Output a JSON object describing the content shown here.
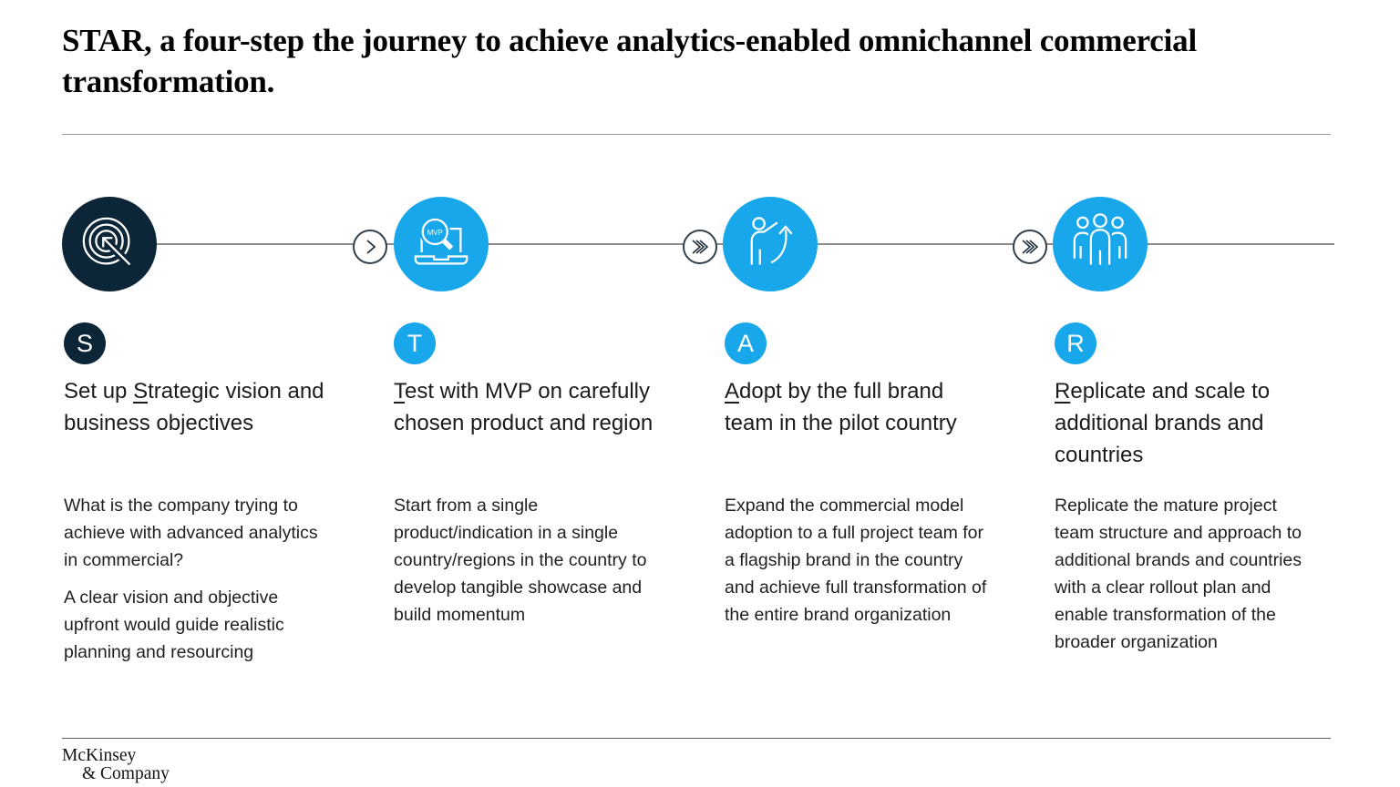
{
  "title": "STAR, a four-step the journey to achieve analytics-enabled omnichannel commercial transformation.",
  "colors": {
    "accent_blue": "#19a7ec",
    "deep_navy": "#0d2637"
  },
  "steps": [
    {
      "letter": "S",
      "icon": "target-arrow-icon",
      "heading_pre": "Set up ",
      "heading_u": "S",
      "heading_post": "trategic vision and business objectives",
      "paragraphs": [
        "What is the company trying to achieve with advanced analytics in commercial?",
        "A clear vision and objective upfront would guide realistic planning and resourcing"
      ]
    },
    {
      "letter": "T",
      "icon": "laptop-mvp-magnifier-icon",
      "icon_label": "MVP",
      "heading_pre": "",
      "heading_u": "T",
      "heading_post": "est with MVP on carefully chosen product and region",
      "paragraphs": [
        "Start from a single product/indication in a single country/regions in the country to develop tangible showcase and build momentum"
      ]
    },
    {
      "letter": "A",
      "icon": "person-growth-arrow-icon",
      "heading_pre": "",
      "heading_u": "A",
      "heading_post": "dopt by the full brand team in the pilot country",
      "paragraphs": [
        "Expand the commercial model adoption to a full project team for a flagship brand in the country and achieve full transformation of the entire brand organization"
      ]
    },
    {
      "letter": "R",
      "icon": "team-icon",
      "heading_pre": "",
      "heading_u": "R",
      "heading_post": "eplicate and scale to additional brands and countries",
      "paragraphs": [
        "Replicate the mature project team structure and approach to additional brands and countries with a clear rollout plan and enable transformation of the broader organization"
      ]
    }
  ],
  "connectors": [
    "single-chevron",
    "triple-chevron",
    "triple-chevron"
  ],
  "footer": {
    "line1": "McKinsey",
    "line2": "& Company"
  }
}
